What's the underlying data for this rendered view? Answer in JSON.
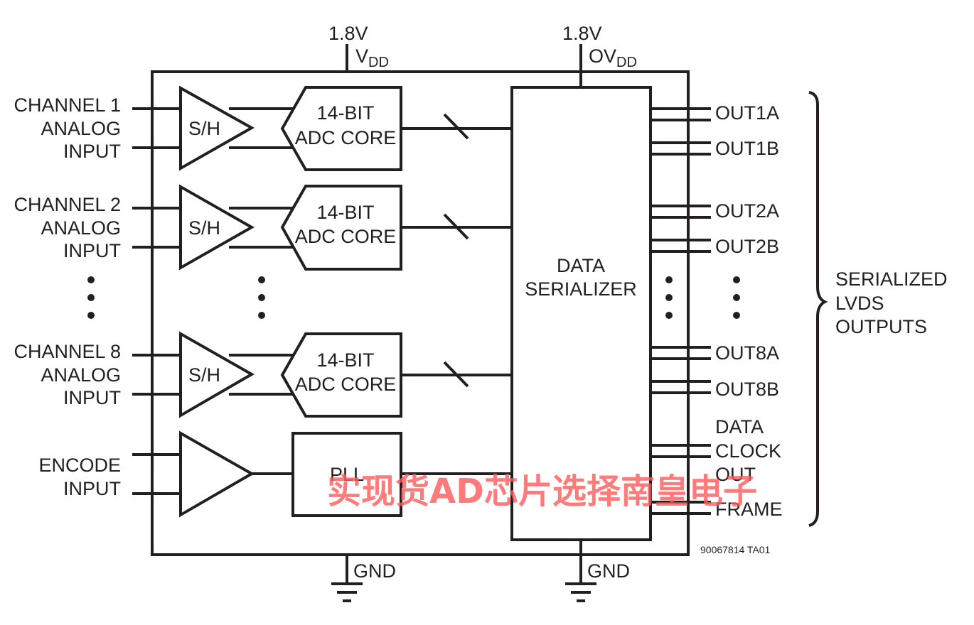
{
  "supply": {
    "vdd_voltage": "1.8V",
    "vdd_name": "V",
    "vdd_sub": "DD",
    "ovdd_voltage": "1.8V",
    "ovdd_name": "OV",
    "ovdd_sub": "DD",
    "gnd_left": "GND",
    "gnd_right": "GND"
  },
  "channels": [
    {
      "line1": "CHANNEL 1",
      "line2": "ANALOG",
      "line3": "INPUT",
      "sh": "S/H",
      "adc1": "14-BIT",
      "adc2": "ADC CORE"
    },
    {
      "line1": "CHANNEL 2",
      "line2": "ANALOG",
      "line3": "INPUT",
      "sh": "S/H",
      "adc1": "14-BIT",
      "adc2": "ADC CORE"
    },
    {
      "line1": "CHANNEL 8",
      "line2": "ANALOG",
      "line3": "INPUT",
      "sh": "S/H",
      "adc1": "14-BIT",
      "adc2": "ADC CORE"
    }
  ],
  "encode": {
    "line1": "ENCODE",
    "line2": "INPUT",
    "pll": "PLL"
  },
  "serializer": {
    "line1": "DATA",
    "line2": "SERIALIZER"
  },
  "outputs": {
    "out1a": "OUT1A",
    "out1b": "OUT1B",
    "out2a": "OUT2A",
    "out2b": "OUT2B",
    "out8a": "OUT8A",
    "out8b": "OUT8B",
    "dco1": "DATA",
    "dco2": "CLOCK",
    "dco3": "OUT",
    "frame": "FRAME"
  },
  "brace_label": {
    "line1": "SERIALIZED",
    "line2": "LVDS",
    "line3": "OUTPUTS"
  },
  "figure_id": "90067814 TA01",
  "watermark": "实现货AD芯片选择南皇电子"
}
